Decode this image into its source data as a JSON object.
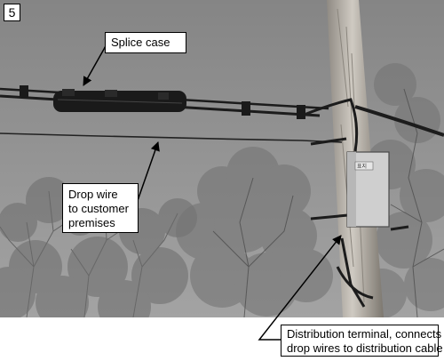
{
  "figure_number": "5",
  "callouts": {
    "splice_case": "Splice case",
    "drop_wire": [
      "Drop wire",
      "to customer",
      "premises"
    ],
    "distribution_terminal": [
      "Distribution terminal, connects",
      "drop wires to distribution cable"
    ]
  },
  "terminal_label": "표지",
  "colors": {
    "sky": "#8e8e8e",
    "pole": "#b5b0a8",
    "cable": "#1c1c1c",
    "terminal_box": "#d4d4d4"
  }
}
